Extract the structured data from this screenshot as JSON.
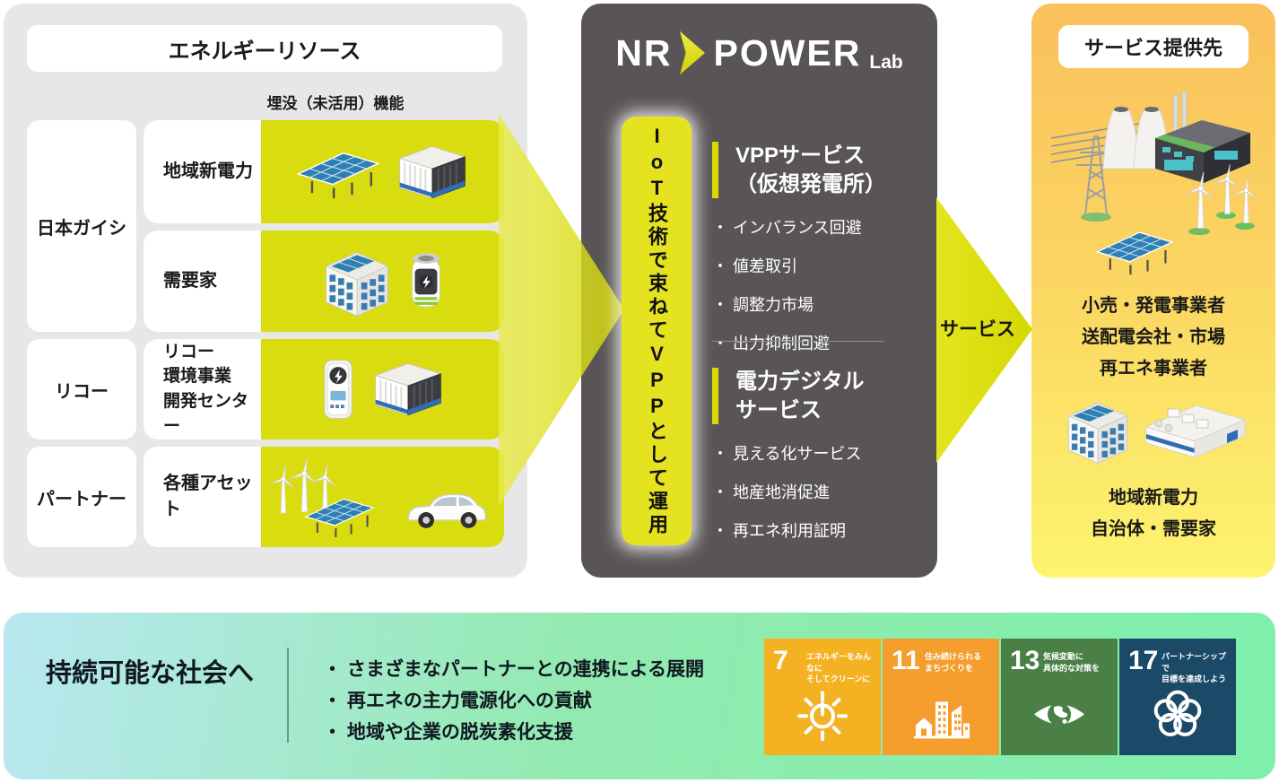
{
  "energy": {
    "title": "エネルギーリソース",
    "unused_label": "埋没（未活用）機能",
    "groups": [
      "日本ガイシ",
      "リコー",
      "パートナー"
    ],
    "rows": [
      "地域新電力",
      "需要家",
      "リコー\n環境事業\n開発センター",
      "各種アセット"
    ],
    "row_icons": [
      [
        "solar-array-icon",
        "nas-battery-container-icon"
      ],
      [
        "building-with-solar-icon",
        "battery-icon"
      ],
      [
        "power-conditioner-icon",
        "nas-battery-container-icon"
      ],
      [
        "wind-turbines-icon",
        "solar-array-icon",
        "ev-car-icon"
      ]
    ]
  },
  "hub": {
    "logo": {
      "nr": "NR",
      "power": "POWER",
      "lab": "Lab"
    },
    "banner": "IoT技術で束ねてVPPとして運用",
    "vpp": {
      "title": "VPPサービス\n（仮想発電所）",
      "items": [
        "・ インバランス回避",
        "・ 値差取引",
        "・ 調整力市場",
        "・ 出力抑制回避"
      ]
    },
    "digital": {
      "title": "電力デジタル\nサービス",
      "items": [
        "・ 見える化サービス",
        "・ 地産地消促進",
        "・ 再エネ利用証明"
      ]
    }
  },
  "service_arrow": {
    "label": "サービス"
  },
  "recipients": {
    "title": "サービス提供先",
    "group1": [
      "小売・発電事業者",
      "送配電会社・市場",
      "再エネ事業者"
    ],
    "group2": [
      "地域新電力",
      "自治体・需要家"
    ]
  },
  "footer": {
    "heading": "持続可能な社会へ",
    "bullets": [
      "・ さまざまなパートナーとの連携による展開",
      "・ 再エネの主力電源化への貢献",
      "・ 地域や企業の脱炭素化支援"
    ],
    "sdgs": [
      {
        "number": "7",
        "label": "エネルギーをみんなに\nそしてクリーンに",
        "color": "#f4b223",
        "icon": "sun-power-icon"
      },
      {
        "number": "11",
        "label": "住み続けられる\nまちづくりを",
        "color": "#f59e2d",
        "icon": "city-buildings-icon"
      },
      {
        "number": "13",
        "label": "気候変動に\n具体的な対策を",
        "color": "#4a7f45",
        "icon": "eye-globe-icon"
      },
      {
        "number": "17",
        "label": "パートナーシップで\n目標を達成しよう",
        "color": "#1b4a68",
        "icon": "interlocking-rings-icon"
      }
    ]
  },
  "colors": {
    "left_panel_bg": "#e7e7e7",
    "tile_yellow": "#d9dc0e",
    "banner_yellow": "#e5e21f",
    "arrow_yellow": "#dfe10e",
    "dark_panel": "#595557",
    "recipients_gradient_top": "#fac05c",
    "recipients_gradient_bottom": "#fdf46f",
    "footer_gradient_left": "#b9e8f1",
    "footer_gradient_right": "#7ef0ac"
  }
}
